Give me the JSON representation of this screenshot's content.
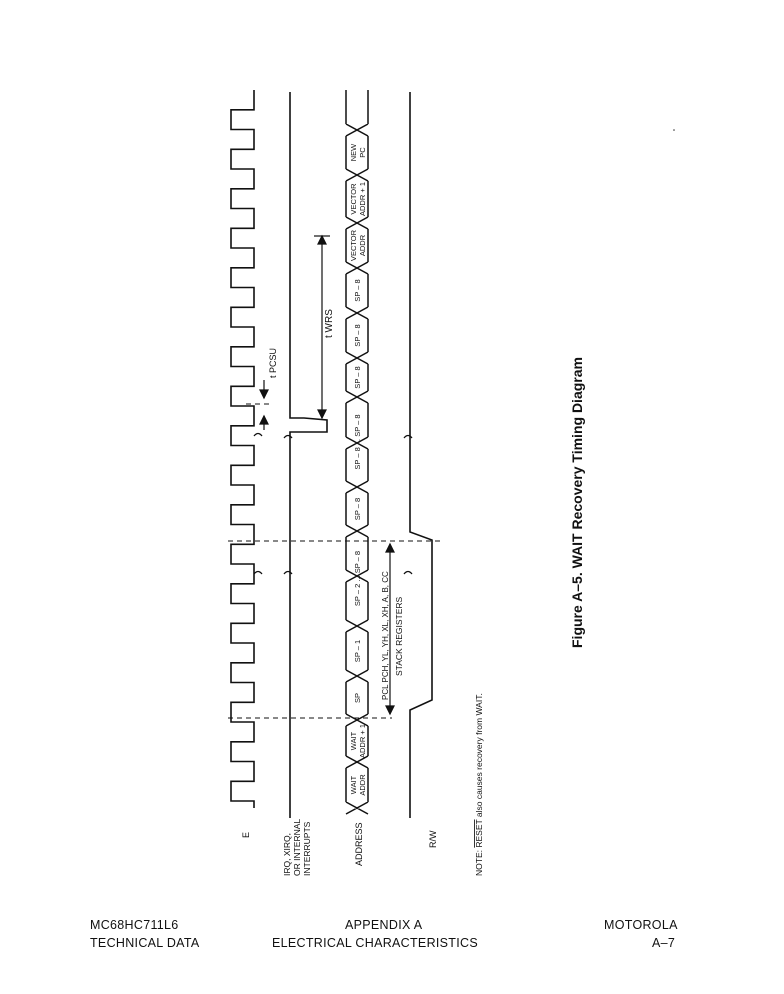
{
  "figure": {
    "caption": "Figure A–5. WAIT Recovery Timing Diagram",
    "note_prefix": "NOTE: ",
    "note_reset": "RESET",
    "note_suffix": " also causes recovery from WAIT."
  },
  "signals": {
    "e": "E",
    "irq_line1": "IRQ, XIRQ,",
    "irq_line2": "OR INTERNAL",
    "irq_line3": "INTERRUPTS",
    "address": "ADDRESS",
    "rw": "R/W"
  },
  "address_bus": [
    [
      "WAIT",
      "ADDR"
    ],
    [
      "WAIT",
      "ADDR + 1"
    ],
    [
      "SP"
    ],
    [
      "SP – 1"
    ],
    [
      "SP – 2 ... SP – 8"
    ],
    [
      "SP – 8"
    ],
    [
      "SP – 8 ... SP – 8"
    ],
    [
      "SP – 8"
    ],
    [
      "SP – 8"
    ],
    [
      "SP – 8"
    ],
    [
      "VECTOR",
      "ADDR"
    ],
    [
      "VECTOR",
      "ADDR + 1"
    ],
    [
      "NEW",
      "PC"
    ]
  ],
  "stack": {
    "registers_line": "PCL        PCH, YL, YH, XL, XH, A, B, CC",
    "label": "STACK REGISTERS"
  },
  "timing": {
    "t_pcsu": "t PCSU",
    "t_wrs": "t WRS"
  },
  "footer": {
    "left_line1": "MC68HC711L6",
    "left_line2": "TECHNICAL DATA",
    "center_line1": "APPENDIX  A",
    "center_line2": "ELECTRICAL   CHARACTERISTICS",
    "right_line1": "MOTOROLA",
    "right_line2": "A–7"
  }
}
